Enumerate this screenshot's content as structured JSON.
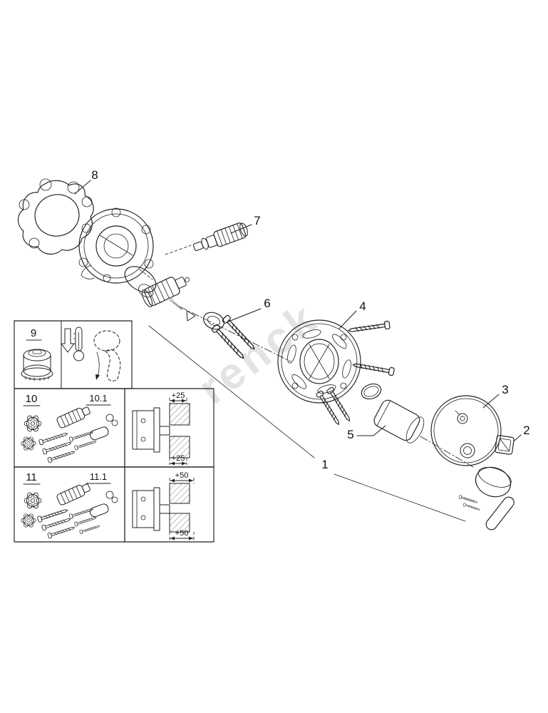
{
  "watermark": {
    "text": "renck"
  },
  "callouts": {
    "n1": "1",
    "n2": "2",
    "n3": "3",
    "n4": "4",
    "n5": "5",
    "n6": "6",
    "n7": "7",
    "n8": "8"
  },
  "insets": {
    "box9": {
      "label": "9"
    },
    "box10": {
      "label": "10",
      "sub": "10.1",
      "dim_top": "+25",
      "dim_bottom": "+25"
    },
    "box11": {
      "label": "11",
      "sub": "11.1",
      "dim_top": "+50",
      "dim_bottom": "+50"
    }
  }
}
